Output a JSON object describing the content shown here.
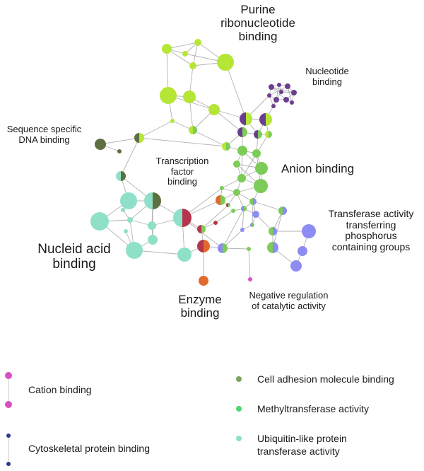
{
  "labels": {
    "purine": "Purine\nribonucleotide\nbinding",
    "nucleotide": "Nucleotide\nbinding",
    "sequence": "Sequence specific\nDNA binding",
    "tf": "Transcription\nfactor\nbinding",
    "anion": "Anion binding",
    "transferase": "Transferase activity\ntransferring\nphosphorus\ncontaining groups",
    "nucleic": "Nucleid acid\nbinding",
    "enzyme": "Enzyme\nbinding",
    "negative": "Negative regulation\nof catalytic activity"
  },
  "legend": {
    "cation": "Cation binding",
    "cytoskeletal": "Cytoskeletal protein binding",
    "cell_adhesion": "Cell adhesion molecule binding",
    "methyltransferase": "Methyltransferase activity",
    "ubiquitin": "Ubiquitin-like protein\ntransferase activity"
  },
  "colors": {
    "purine": "#b5e635",
    "nucleotide": "#6b3d8f",
    "sequence": "#5e7040",
    "anion": "#7ccc57",
    "transferase": "#8c8cf2",
    "nucleic": "#8fe0c8",
    "tf": "#b5354f",
    "enzyme": "#e06a2e",
    "cation": "#d94fc4",
    "cytoskeletal": "#2b3a8f",
    "cell_adhesion": "#7ba35f",
    "methyltransferase": "#4ed66b",
    "ubiquitin": "#8fe0c8",
    "edge": "#9a9a9a"
  }
}
